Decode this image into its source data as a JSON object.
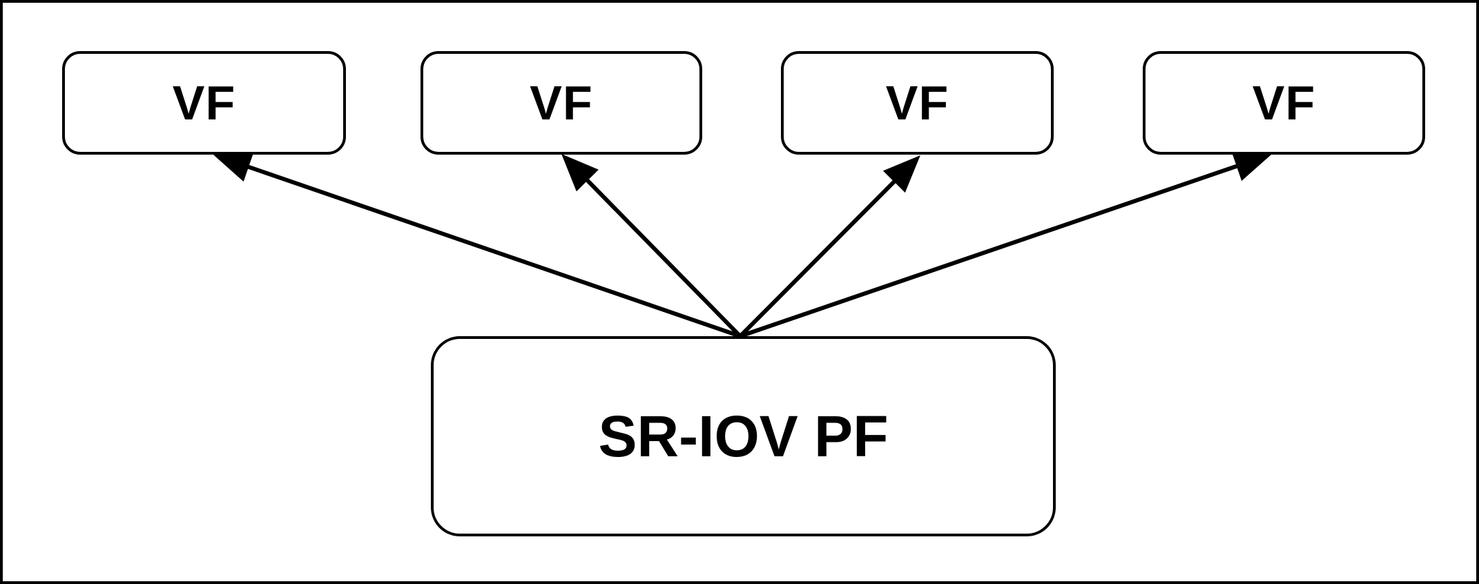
{
  "diagram": {
    "title": "SR-IOV physical function to virtual functions diagram",
    "type": "node-edge-diagram",
    "nodes": [
      {
        "id": "vf1",
        "label": "VF"
      },
      {
        "id": "vf2",
        "label": "VF"
      },
      {
        "id": "vf3",
        "label": "VF"
      },
      {
        "id": "vf4",
        "label": "VF"
      },
      {
        "id": "pf",
        "label": "SR-IOV PF"
      }
    ],
    "edges": [
      {
        "from": "pf",
        "to": "vf1",
        "direction": "arrow-at-vf"
      },
      {
        "from": "pf",
        "to": "vf2",
        "direction": "arrow-at-vf"
      },
      {
        "from": "pf",
        "to": "vf3",
        "direction": "arrow-at-vf"
      },
      {
        "from": "pf",
        "to": "vf4",
        "direction": "arrow-at-vf"
      }
    ],
    "colors": {
      "stroke": "#000000",
      "node_fill": "#ffffff",
      "background": "#ffffff",
      "text": "#000000"
    }
  }
}
